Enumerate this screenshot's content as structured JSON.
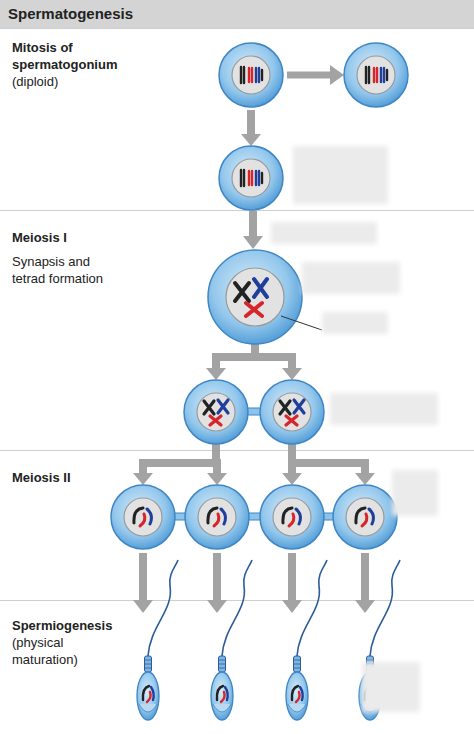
{
  "diagram": {
    "title": "Spermatogenesis",
    "nodes": [
      {
        "text": [
          "Mitosis of spermatogonium",
          "(diploid)"
        ]
      },
      {
        "text": [
          "Meiosis I",
          "Synapsis and tetrad formation"
        ]
      },
      {
        "text": [
          "Meiosis II"
        ]
      },
      {
        "text": [
          "Spermiogenesis",
          "(physical maturation)"
        ]
      }
    ]
  }
}
